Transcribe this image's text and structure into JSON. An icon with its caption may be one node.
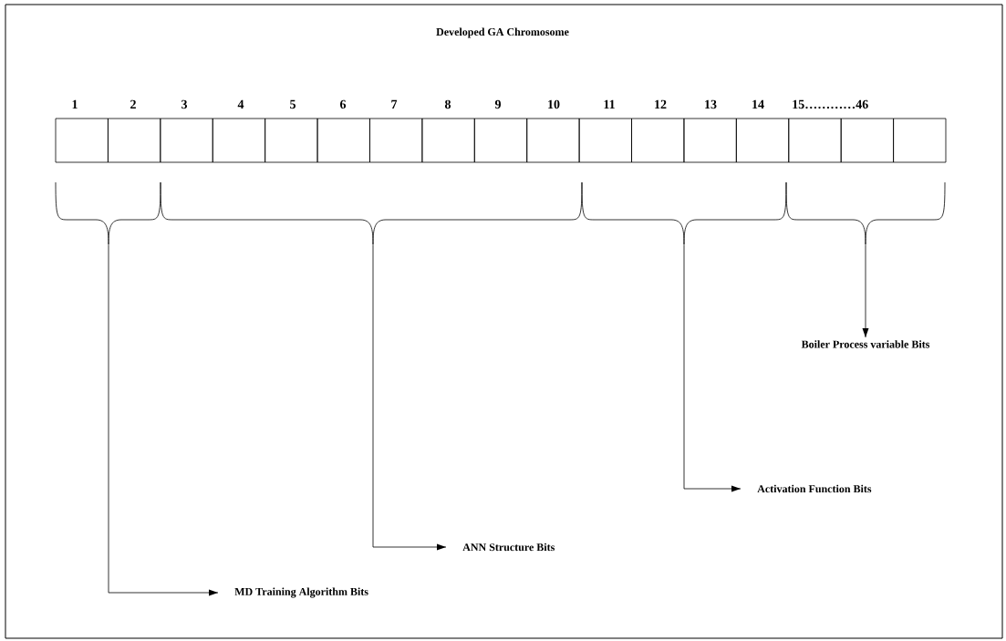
{
  "diagram": {
    "title": "Developed GA Chromosome",
    "nodes": [
      {
        "text": [],
        "shape": "box"
      },
      {
        "text": [],
        "shape": "box"
      },
      {
        "text": [],
        "shape": "box"
      },
      {
        "text": [],
        "shape": "box"
      },
      {
        "text": [],
        "shape": "box"
      },
      {
        "text": [],
        "shape": "box"
      },
      {
        "text": [],
        "shape": "box"
      },
      {
        "text": [],
        "shape": "box"
      },
      {
        "text": [],
        "shape": "box"
      },
      {
        "text": [],
        "shape": "box"
      },
      {
        "text": [],
        "shape": "box"
      },
      {
        "text": [],
        "shape": "box"
      },
      {
        "text": [],
        "shape": "box"
      },
      {
        "text": [],
        "shape": "box"
      },
      {
        "text": [],
        "shape": "box"
      },
      {
        "text": [],
        "shape": "box"
      },
      {
        "text": [],
        "shape": "box"
      },
      {
        "text": [],
        "shape": "brace"
      },
      {
        "text": [],
        "shape": "brace"
      },
      {
        "text": [],
        "shape": "brace"
      },
      {
        "text": [],
        "shape": "brace"
      },
      {
        "text": [
          "Boiler Process variable Bits"
        ]
      },
      {
        "text": [
          "Activation Function Bits"
        ]
      },
      {
        "text": [
          "ANN Structure Bits"
        ]
      },
      {
        "text": [
          "MD Training Algorithm Bits"
        ]
      }
    ],
    "edges": [
      {
        "from": 20,
        "to": 21,
        "arrow": "to"
      },
      {
        "from": 19,
        "to": 22,
        "arrow": "to"
      },
      {
        "from": 18,
        "to": 23,
        "arrow": "to"
      },
      {
        "from": 17,
        "to": 24,
        "arrow": "to"
      }
    ],
    "labels": [
      "1",
      "2",
      "3",
      "4",
      "5",
      "6",
      "7",
      "8",
      "9",
      "10",
      "11",
      "12",
      "13",
      "14",
      "15…………46"
    ]
  }
}
